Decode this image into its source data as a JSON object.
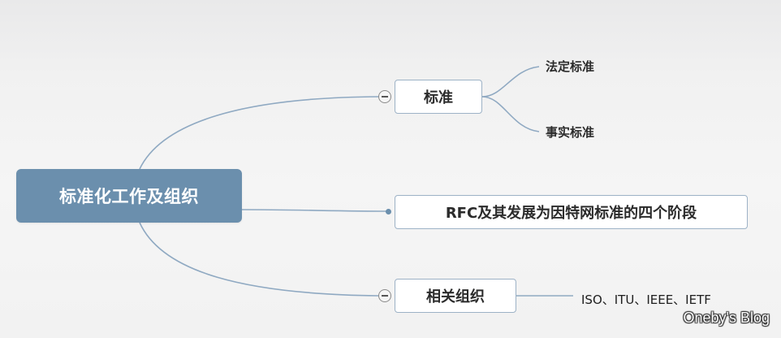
{
  "root": {
    "label": "标准化工作及组织"
  },
  "branches": {
    "standard": {
      "label": "标准",
      "children": [
        "法定标准",
        "事实标准"
      ]
    },
    "rfc": {
      "label": "RFC及其发展为因特网标准的四个阶段"
    },
    "org": {
      "label": "相关组织",
      "children": [
        "ISO、ITU、IEEE、IETF"
      ]
    }
  },
  "watermark": "Oneby's Blog",
  "colors": {
    "root_fill": "#6b8fad",
    "topic_border": "#9db2c6",
    "connector": "#8fa9c2"
  }
}
